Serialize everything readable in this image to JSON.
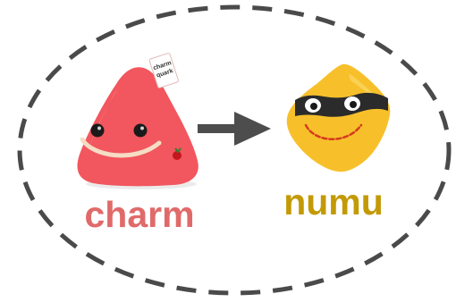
{
  "diagram": {
    "left_item": {
      "label": "charm",
      "label_color": "#e06a6a",
      "tag_text_line1": "charm",
      "tag_text_line2": "quark",
      "body_color": "#f2565e"
    },
    "right_item": {
      "label": "numu",
      "label_color": "#c39a05",
      "body_color": "#f7c02b",
      "mask_color": "#2b2b2b"
    },
    "arrow": {
      "color": "#4d4d4d",
      "from": "charm",
      "to": "numu"
    },
    "boundary": {
      "style": "dashed-ellipse",
      "color": "#4a4a4a"
    }
  }
}
